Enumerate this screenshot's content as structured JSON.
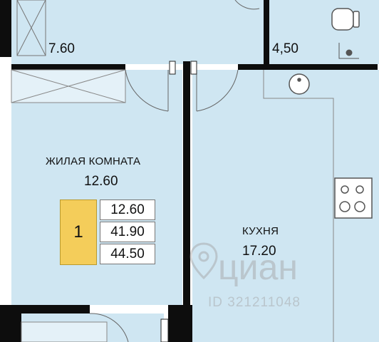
{
  "rooms": {
    "top_left_area": "7.60",
    "bathroom_area": "4,50",
    "living": {
      "name": "ЖИЛАЯ КОМНАТА",
      "area": "12.60"
    },
    "kitchen": {
      "name": "КУХНЯ",
      "area": "17.20"
    }
  },
  "summary": {
    "rooms_count": "1",
    "living_area": "12.60",
    "total_area": "41.90",
    "full_area": "44.50"
  },
  "watermark": {
    "brand": "циан",
    "id": "ID 321211048"
  },
  "colors": {
    "room_fill": "#cfe6f2",
    "wall": "#0d0d0d",
    "badge": "#f4cd5a",
    "stroke": "#666666"
  },
  "icons": [
    "toilet-icon",
    "sink-icon",
    "stove-icon",
    "wardrobe-icon",
    "door-icon",
    "location-pin-icon"
  ]
}
